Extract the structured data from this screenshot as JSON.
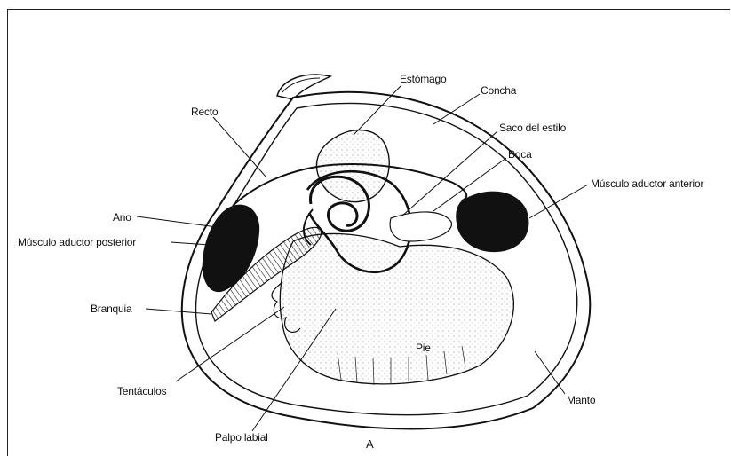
{
  "diagram": {
    "labels": {
      "estomago": "Estómago",
      "concha": "Concha",
      "recto": "Recto",
      "saco_estilo": "Saco del estilo",
      "boca": "Boca",
      "musculo_anterior": "Músculo aductor anterior",
      "ano": "Ano",
      "musculo_posterior": "Músculo aductor posterior",
      "branquia": "Branquia",
      "pie": "Pie",
      "tentaculos": "Tentáculos",
      "manto": "Manto",
      "palpo_labial": "Palpo labial",
      "figure_letter": "A"
    }
  }
}
